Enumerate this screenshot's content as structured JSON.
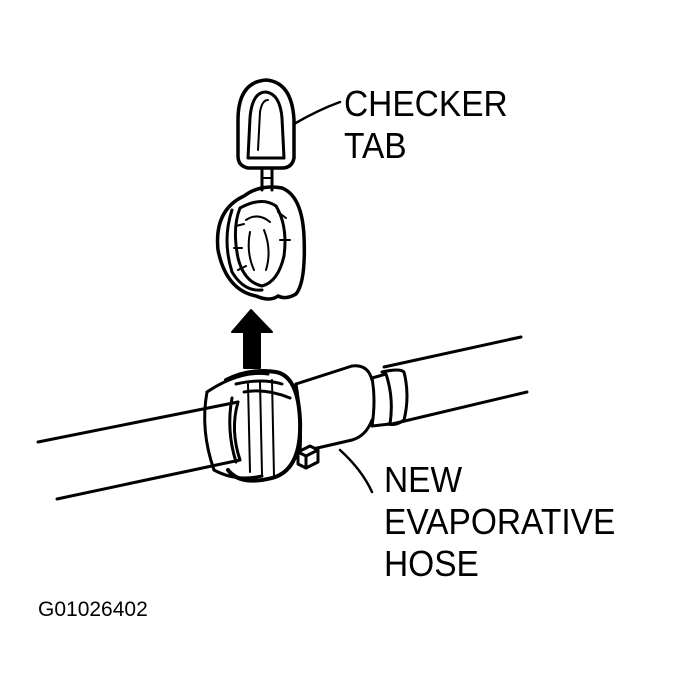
{
  "labels": {
    "checker_tab_line1": "CHECKER",
    "checker_tab_line2": "TAB",
    "hose_line1": "NEW",
    "hose_line2": "EVAPORATIVE",
    "hose_line3": "HOSE"
  },
  "figure_id": "G01026402",
  "colors": {
    "ink": "#000000",
    "paper": "#ffffff"
  }
}
